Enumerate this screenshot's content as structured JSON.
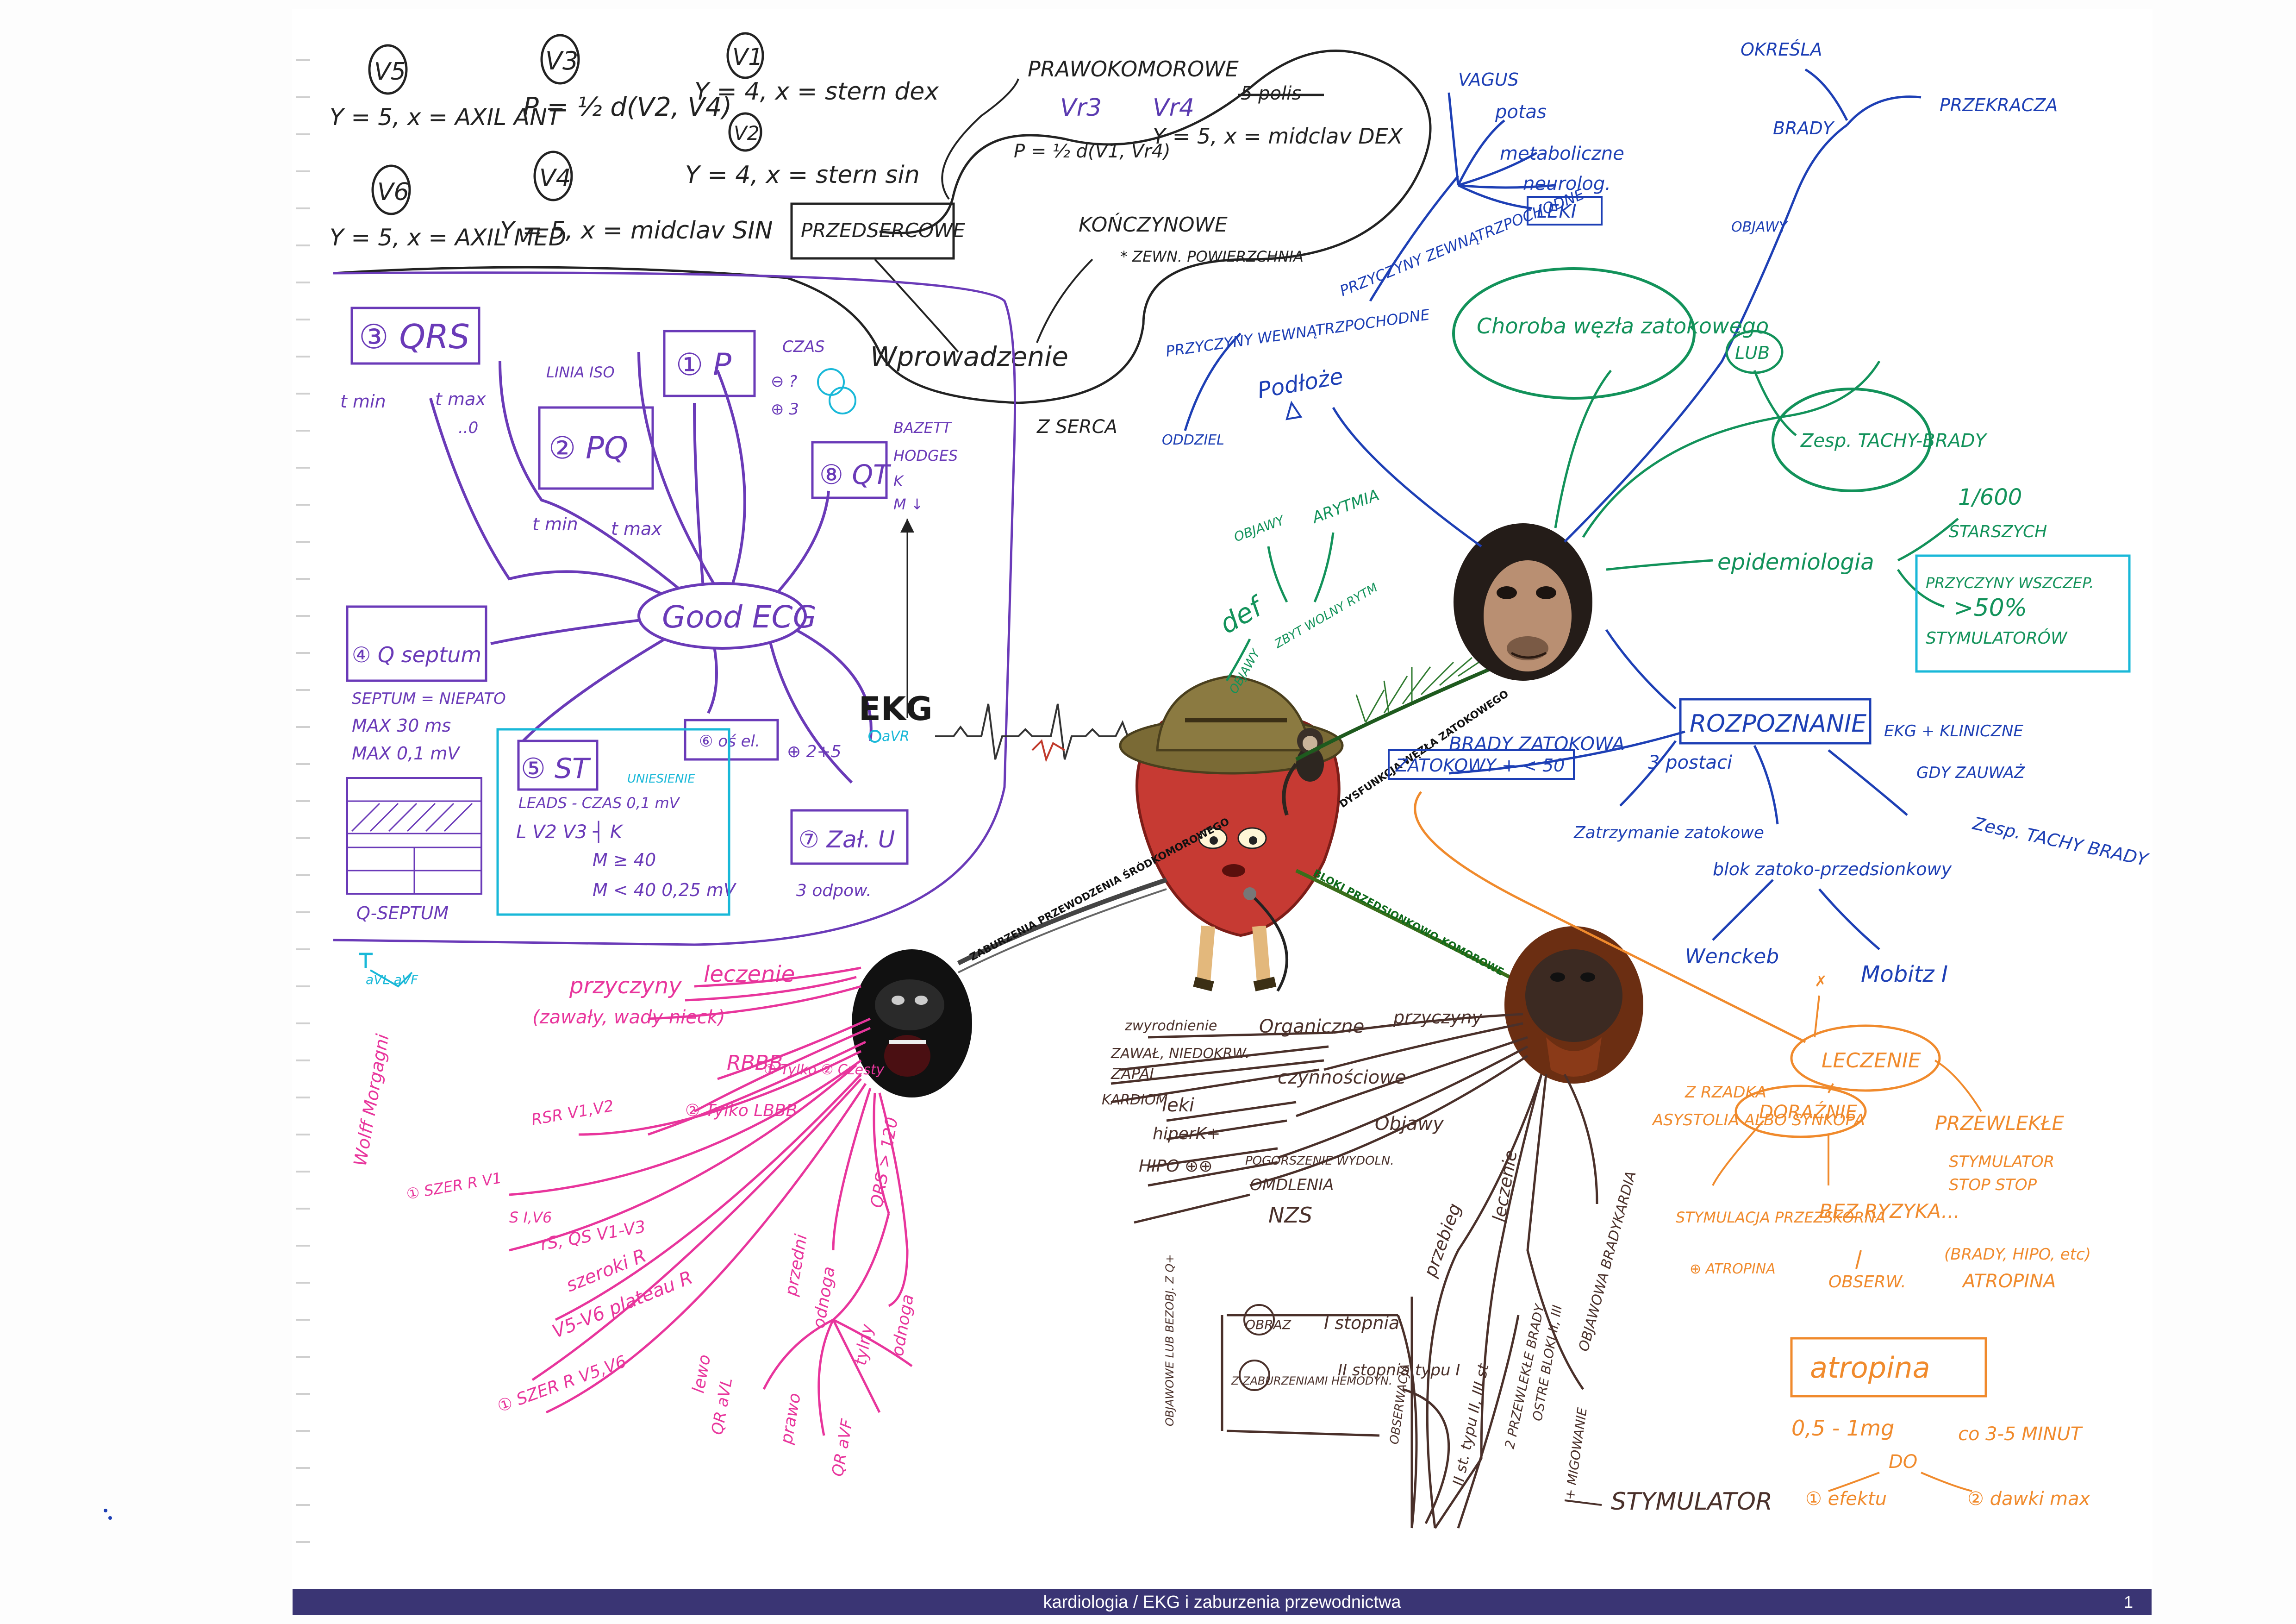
{
  "footer": {
    "title": "kardiologia / EKG i zaburzenia przewodnictwa",
    "page_number": "1"
  },
  "colors": {
    "ink": "#222222",
    "purple": "#6a3ab8",
    "cyan": "#19b8d8",
    "green": "#12925a",
    "blue": "#1d3fb5",
    "orange": "#f08a2c",
    "pink": "#e8359c",
    "brown": "#4a302a",
    "footer": "#3a3574"
  },
  "icons": [
    "ape-chimpanzee-icon",
    "ape-gorilla-icon",
    "ape-orangutan-icon",
    "heart-explorer-icon",
    "monkey-icon",
    "ecg-trace-icon"
  ],
  "center": {
    "label": "EKG",
    "avr": "aVR"
  },
  "branch_labels": {
    "sinus": "DYSFUNKCJA WĘZŁA ZATOKOWEGO",
    "av": "BLOKI PRZEDSIONKOWO-KOMOROWE",
    "iv": "ZABURZENIA PRZEWODZENIA ŚRÓDKOMOROWEGO"
  },
  "leads": {
    "v3": "V3",
    "v3_text": "P = ½ d(V2, V4)",
    "v1": "V1",
    "v1_text": "Y = 4, x = stern dex",
    "v2": "V2",
    "v2_text": "Y = 4, x = stern sin",
    "v5": "V5",
    "v5_text": "Y = 5, x = AXIL ANT",
    "v6": "V6",
    "v6_text": "Y = 5, x = AXIL MED",
    "v4": "V4",
    "v4_text": "Y = 5, x = midclav SIN"
  },
  "intro": {
    "prawo_title": "PRAWOKOMOROWE",
    "vr3": "Vr3",
    "vr3_text": "P = ½ d(V1, Vr4)",
    "vr4": "Vr4",
    "vr4_text": "Y = 5, x = midclav DEX",
    "struck": "5 polis",
    "przedsercowe": "PRZEDSERCOWE",
    "konczynowe": "KOŃCZYNOWE",
    "konczynowe_note": "* ZEWN. POWIERZCHNIA",
    "wprowadzenie": "Wprowadzenie",
    "z_serca": "Z SERCA"
  },
  "good_ecg": {
    "center": "Good ECG",
    "p": "① P",
    "p_line": "LINIA ISO",
    "czas": "CZAS",
    "czas_minus": "⊖ ?",
    "czas_plus": "⊕ 3",
    "qt": "⑧ QT",
    "qt_items": [
      "BAZETT",
      "HODGES",
      "K",
      "M ↓"
    ],
    "qrs": "③ QRS",
    "qrs_tmin": "t min",
    "qrs_tmax": "t max",
    "qrs_dots": "..0",
    "pq": "② PQ",
    "pq_tmin": "t min",
    "pq_tmax": "t max",
    "q": "④ Q septum",
    "q_items": [
      "SEPTUM = NIEPATO",
      "MAX 30 ms",
      "MAX 0,1 mV"
    ],
    "q_septum": "Q-SEPTUM",
    "q_avl": "aVL  aVF",
    "st": "⑤ ST",
    "st_note": "UNIESIENIE",
    "st_leads": "LEADS - CZAS  0,1 mV",
    "st_v2v3": "L V2 V3 ┤ K",
    "st_m_ge": "M ≥ 40",
    "st_m_lt": "M < 40  0,25 mV",
    "os": "⑥ oś el.",
    "os_plus": "⊕ 2+5",
    "zal": "⑦ Zał. U",
    "zal_note": "3 odpow."
  },
  "sinus": {
    "przyczyny_zewn": "PRZYCZYNY ZEWNĄTRZPOCHODNE",
    "zewn_items": [
      "VAGUS",
      "potas",
      "metaboliczne",
      "neurolog.",
      "LEKI"
    ],
    "przyczyny_wewn": "PRZYCZYNY WEWNĄTRZPOCHODNE",
    "oddziel": "ODDZIEL",
    "podloze": "Podłoże",
    "choroba": "Choroba węzła zatokowego",
    "lub": "LUB",
    "zesp": "Zesp. TACHY-BRADY",
    "okresla": "OKREŚLA",
    "brady": "BRADY",
    "przekracza": "PRZEKRACZA",
    "objawy": "OBJAWY",
    "epid": "epidemiologia",
    "epid_1": "1/600",
    "epid_2": "STARSZYCH",
    "epid_box": [
      "PRZYCZYNY WSZCZEP.",
      ">50%",
      "STYMULATORÓW"
    ],
    "def": "def",
    "def_items": [
      "OBJAWY",
      "ARYTMIA",
      "ZBYT WOLNY RYTM",
      "OBJAWY"
    ],
    "rozpoznanie": "ROZPOZNANIE",
    "rozp_right": [
      "EKG + KLINICZNE",
      "GDY ZAUWAŻ"
    ],
    "rozp_zesp": "Zesp. TACHY BRADY",
    "brady_zat": "BRADY ZATOKOWA",
    "zat_lt50": "ZATOKOWY + < 50",
    "postaci": "3 postaci",
    "zatrzymanie": "Zatrzymanie zatokowe",
    "blok": "blok zatoko-przedsionkowy",
    "wenckeb": "Wenckeb",
    "mobitz": "Mobitz I"
  },
  "leczenie": {
    "title": "LECZENIE",
    "doraznie": "DORAŹNIE",
    "przewlekle": "PRZEWLEKŁE",
    "przew_items": [
      "STYMULATOR",
      "STOP STOP"
    ],
    "z_rzadka": "Z RZADKA",
    "asystolia": "ASYSTOLIA ALBO SYNKOPA",
    "stymulacja": "STYMULACJA PRZEZSKÓRNA",
    "atropina_small": "⊕ ATROPINA",
    "bez_ryzyka": "BEZ RYZYKA...",
    "obserw": "OBSERW.",
    "brady_list": "(BRADY, HIPO, etc)",
    "atropina_mid": "ATROPINA",
    "atropina_box": "atropina",
    "dawka": "0,5 - 1mg",
    "co": "co 3-5 MINUT",
    "do": "DO",
    "efektu": "① efektu",
    "dawki": "② dawki max"
  },
  "av": {
    "przyczyny": "przyczyny",
    "organiczne": "Organiczne",
    "zwyrodn": "zwyrodnienie",
    "zawal": "ZAWAŁ, NIEDOKRW.",
    "zapal": "ZAPAL",
    "kardiom": "KARDIOM.",
    "czynnosciowe": "czynnościowe",
    "leki": "leki",
    "hiperk": "hiperK+",
    "hipo": "HIPO ⊕⊕",
    "objawy": "Objawy",
    "pogorszenie": "POGORSZENIE WYDOLN.",
    "omdlenia": "OMDLENIA",
    "nzs": "NZS",
    "leczenie": "leczenie",
    "przebieg": "przebieg",
    "typ_blokow": "OBJAWOWA BRADYKARDIA",
    "stopnie": [
      "I stopnia",
      "II stopnia typu I",
      "II st. typu II, III st",
      "2 PRZEWLEKŁE BRADY"
    ],
    "ostre": "OSTRE BLOKI II, III",
    "obserwacja": "OBSERWACJA",
    "obraz": "OBRAZ",
    "z_zaburzeniami": "Z ZABURZENIAMI HEMODYN.",
    "stymulator": "STYMULATOR",
    "atropina_migowe": "+ MIGOWANIE",
    "objawowe": "OBJAWOWE LUB BEZOBJ. Z Q+"
  },
  "iv": {
    "przyczyny": "przyczyny",
    "leczenie": "leczenie",
    "przyczyny_sub": "(zawały, wady nieck)",
    "rbbb": "RBBB",
    "rbbb_opts": "① Tylko ② Częsty",
    "lbbb": "② Tylko LBBB",
    "rsr": "RSR V1,V2",
    "szer_rv": "① SZER R V1",
    "s_v6": "S I,V6",
    "rs_qs": "rS, QS V1-V3",
    "szeroki_r": "szeroki R",
    "v5v6": "V5-V6 plateau R",
    "szer_r_v5v6": "① SZER R V5,V6",
    "qrs": "QRS > 120",
    "przedni": "przedni",
    "odnoga": "odnoga",
    "tylny": "tylny",
    "lewo": "lewo",
    "odnoga2": "odnoga",
    "qr_avl": "QR aVL",
    "prawo": "prawo",
    "qr_avf": "QR aVF",
    "side_text": "Wolff Morgagni"
  }
}
